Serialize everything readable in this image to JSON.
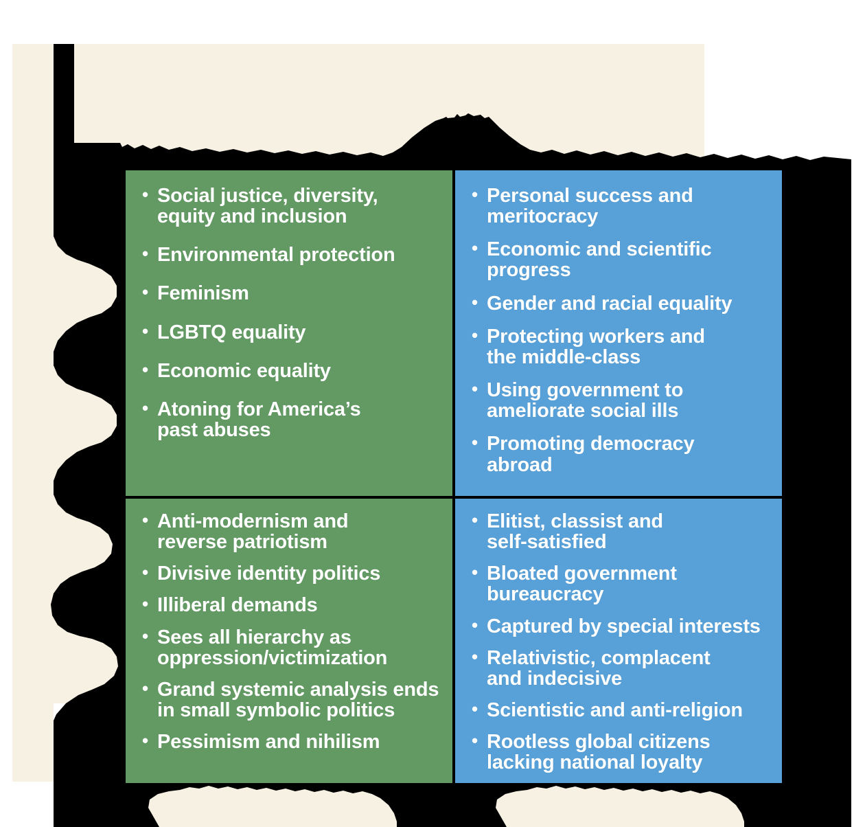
{
  "figure": {
    "type": "two-by-two-quadrant-matrix",
    "background_color": "#f7f1e3",
    "occlusion_color": "#000000",
    "page_color": "#ffffff"
  },
  "colors": {
    "green": "#639a64",
    "blue": "#57a0d8",
    "divider": "#000000",
    "text": "#ffffff",
    "cream": "#f7f1e3"
  },
  "quadrants": {
    "top_left": {
      "color_name": "green",
      "color": "#639a64",
      "items": [
        "Social justice, diversity,\nequity and inclusion",
        "Environmental protection",
        "Feminism",
        "LGBTQ equality",
        "Economic equality",
        "Atoning for America’s\npast abuses"
      ]
    },
    "top_right": {
      "color_name": "blue",
      "color": "#57a0d8",
      "items": [
        "Personal success and\nmeritocracy",
        "Economic and scientific\nprogress",
        "Gender and racial equality",
        "Protecting workers and\nthe middle-class",
        "Using government to\nameliorate social ills",
        "Promoting democracy\nabroad"
      ]
    },
    "bottom_left": {
      "color_name": "green",
      "color": "#639a64",
      "items": [
        "Anti-modernism and\nreverse patriotism",
        "Divisive identity politics",
        "Illiberal demands",
        "Sees all hierarchy as\noppression/victimization",
        "Grand systemic analysis ends\nin small symbolic politics",
        "Pessimism and nihilism"
      ]
    },
    "bottom_right": {
      "color_name": "blue",
      "color": "#57a0d8",
      "items": [
        "Elitist, classist and\nself-satisfied",
        "Bloated government\nbureaucracy",
        "Captured by special interests",
        "Relativistic, complacent\nand indecisive",
        "Scientistic and anti-religion",
        "Rootless global citizens\nlacking national loyalty"
      ]
    }
  }
}
